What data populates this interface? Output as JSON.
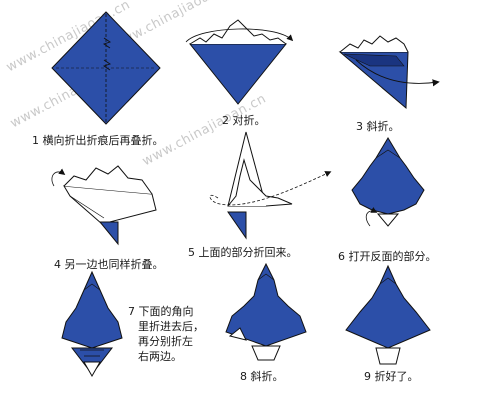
{
  "watermark": {
    "text": "www.chinajiaoan.cn",
    "color": "#c9c9c9"
  },
  "colors": {
    "paper_blue": "#2c4fa8",
    "paper_blue_dark": "#1a3480",
    "paper_white": "#ffffff",
    "line": "#111111"
  },
  "steps": [
    {
      "number": "1",
      "caption": "横向折出折痕后再叠折。"
    },
    {
      "number": "2",
      "caption": "对折。"
    },
    {
      "number": "3",
      "caption": "斜折。"
    },
    {
      "number": "4",
      "caption": "另一边也同样折叠。"
    },
    {
      "number": "5",
      "caption": "上面的部分折回来。"
    },
    {
      "number": "6",
      "caption": "打开反面的部分。"
    },
    {
      "number": "7",
      "caption_lines": [
        "下面的角向",
        "里折进去后，",
        "再分别折左",
        "右两边。"
      ]
    },
    {
      "number": "8",
      "caption": "斜折。"
    },
    {
      "number": "9",
      "caption": "折好了。"
    }
  ]
}
